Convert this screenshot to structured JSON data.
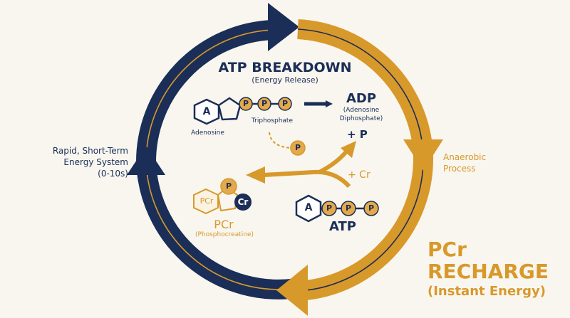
{
  "colors": {
    "navy": "#1b2e57",
    "gold": "#d8992b",
    "background": "#f8f6ef"
  },
  "breakdown": {
    "title": "ATP BREAKDOWN",
    "subtitle": "(Energy Release)"
  },
  "atp_top": {
    "adenosine_letter": "A",
    "phosphate_letter": "P",
    "adenosine_label": "Adenosine",
    "triphosphate_label": "Triphosphate"
  },
  "free_phosphate": "P",
  "adp": {
    "title": "ADP",
    "full_name_line1": "(Adenosine",
    "full_name_line2": "Diphosphate)"
  },
  "plus_p": "+ P",
  "plus_cr": "+ Cr",
  "left_label": {
    "line1": "Rapid, Short-Term",
    "line2": "Energy System",
    "line3": "(0-10s)"
  },
  "right_label": {
    "line1": "Anaerobic",
    "line2": "Process"
  },
  "pcr_molecule": {
    "ring_label": "PCr",
    "phosphate_letter": "P",
    "creatine_letter": "Cr",
    "name": "PCr",
    "full_name": "(Phosphocreatine)"
  },
  "atp_bottom": {
    "adenosine_letter": "A",
    "phosphate_letter": "P",
    "name": "ATP"
  },
  "recharge": {
    "line1": "PCr",
    "line2": "RECHARGE",
    "line3": "(Instant Energy)"
  },
  "icons": [
    "cycle-arrow-navy-icon",
    "cycle-arrow-gold-icon",
    "adenosine-hexagon-icon",
    "ribose-pentagon-icon",
    "phosphate-circle-icon",
    "right-arrow-icon",
    "branch-arrow-icon"
  ]
}
